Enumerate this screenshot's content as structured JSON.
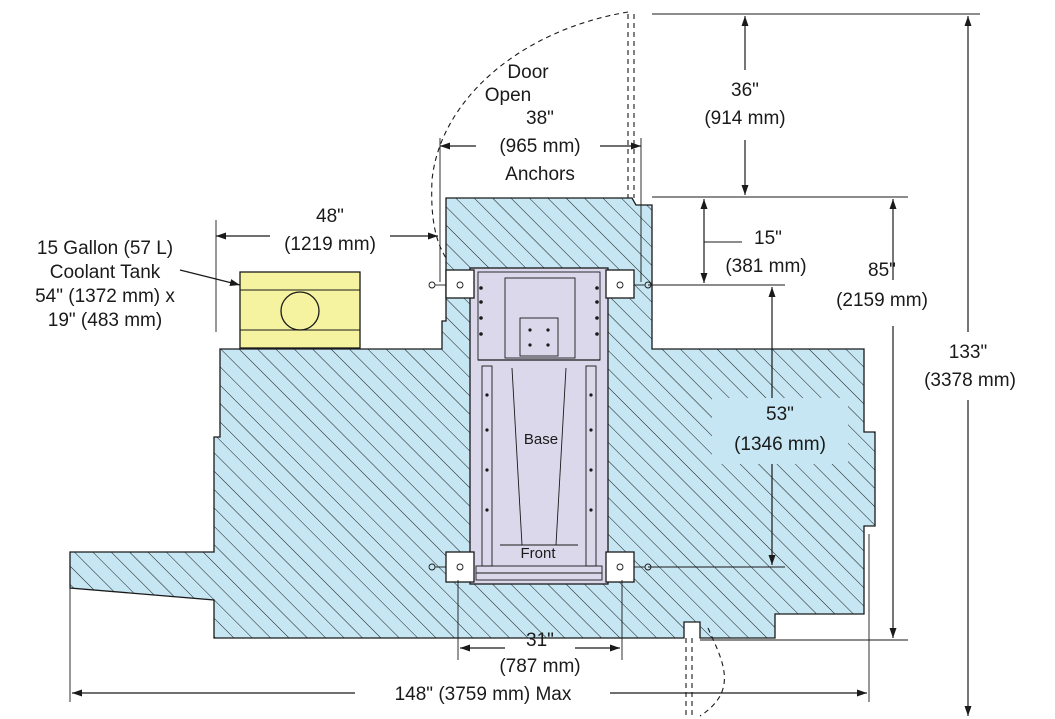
{
  "labels": {
    "door_open": [
      "Door",
      "Open"
    ],
    "anchors_width": [
      "38\"",
      "(965 mm)",
      "Anchors"
    ],
    "door_clearance": [
      "36\"",
      "(914 mm)"
    ],
    "tank_distance": [
      "48\"",
      "(1219 mm)"
    ],
    "coolant_tank": [
      "15 Gallon (57 L)",
      "Coolant Tank",
      "54\" (1372 mm) x",
      "19\" (483 mm)"
    ],
    "rear_offset": [
      "15\"",
      "(381 mm)"
    ],
    "rear_depth": [
      "85\"",
      "(2159 mm)"
    ],
    "overall_depth": [
      "133\"",
      "(3378 mm)"
    ],
    "anchor_depth": [
      "53\"",
      "(1346 mm)"
    ],
    "base": "Base",
    "front": "Front",
    "front_anchors": [
      "31\"",
      "(787 mm)"
    ],
    "overall_width": "148\" (3759 mm) Max"
  },
  "colors": {
    "footprint_fill": "#c5e6f2",
    "hatch": "#1a1a1a",
    "tank_fill": "#f5f2a0",
    "base_fill": "#dad8ea",
    "highlight_box": "#c5e6f2",
    "line": "#1a1a1a"
  }
}
